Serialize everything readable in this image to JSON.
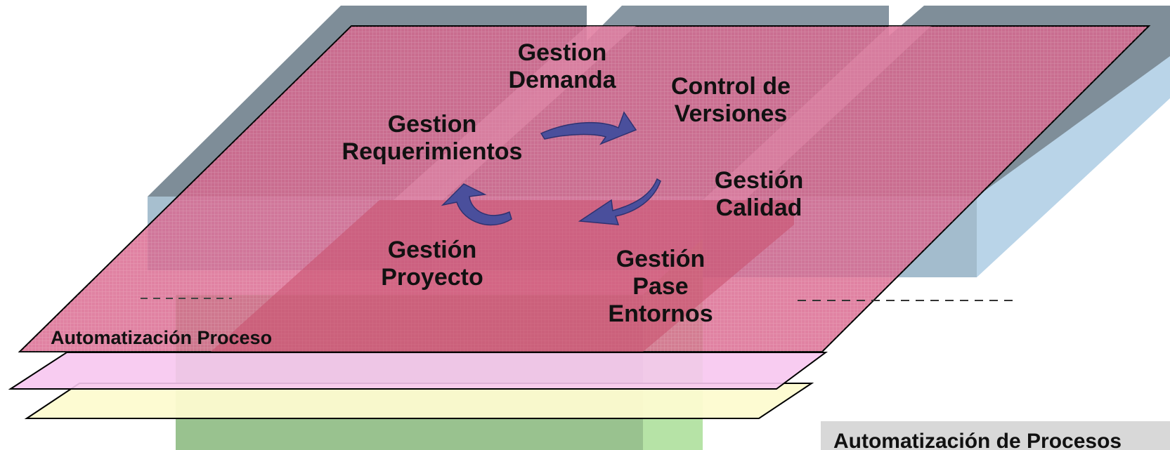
{
  "diagram": {
    "nodes": {
      "demanda": [
        "Gestion",
        "Demanda"
      ],
      "versiones": [
        "Control de",
        "Versiones"
      ],
      "requerimientos": [
        "Gestion",
        "Requerimientos"
      ],
      "calidad": [
        "Gestión",
        "Calidad"
      ],
      "proyecto": [
        "Gestión",
        "Proyecto"
      ],
      "pase": [
        "Gestión",
        "Pase",
        "Entornos"
      ]
    },
    "plane_label": "Automatización Proceso",
    "legend_label": "Automatización de Procesos",
    "colors": {
      "top_plane": "#d9668e",
      "pink_layer": "#f7c6ef",
      "yellow_layer": "#fdfbd0",
      "green_block": "#99c28f",
      "blue_block": "#b3d1e6",
      "slate_block": "#7e8d98",
      "arrow": "#4a4f9c"
    }
  }
}
